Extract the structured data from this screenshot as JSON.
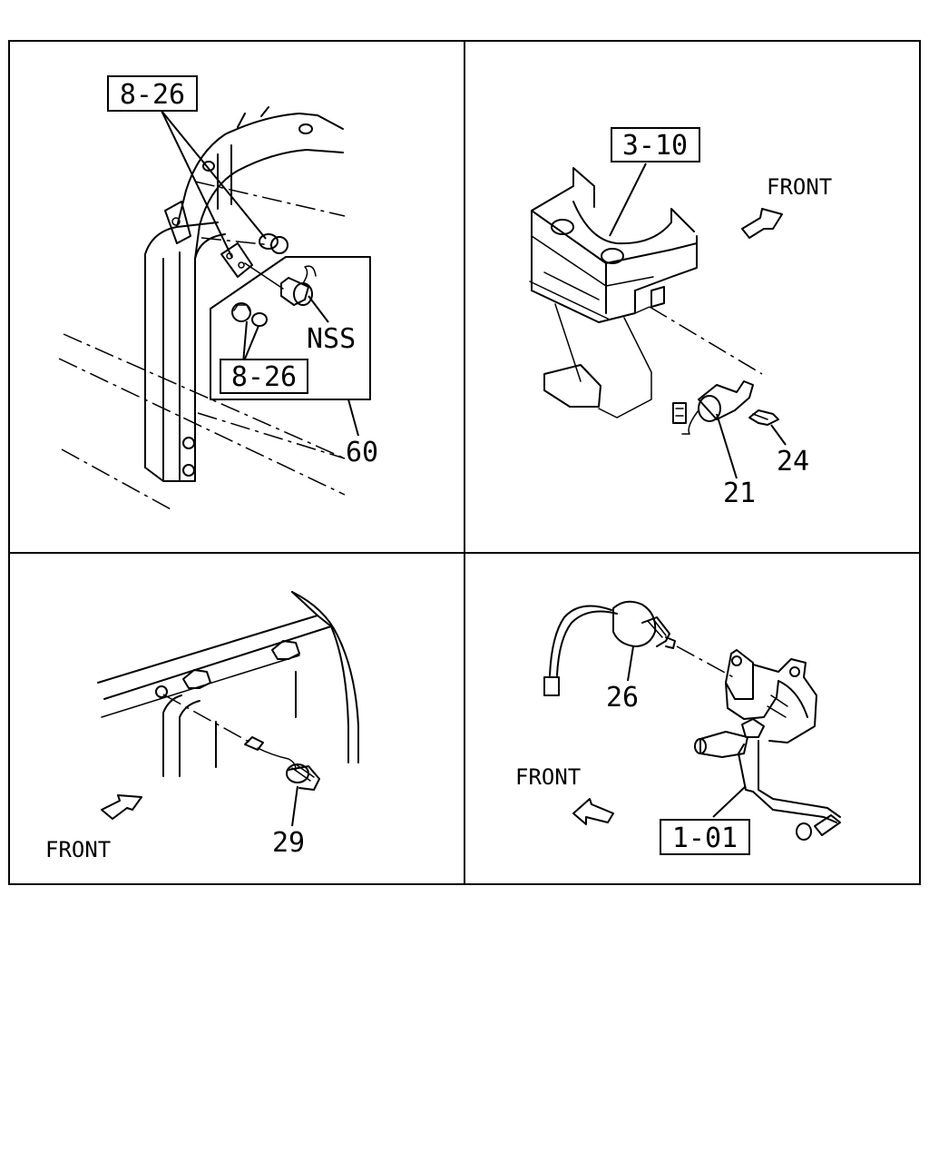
{
  "panels": {
    "top_left": {
      "ref_top": "8-26",
      "ref_bottom": "8-26",
      "label_nss": "NSS",
      "label_60": "60"
    },
    "top_right": {
      "ref": "3-10",
      "front": "FRONT",
      "label_21": "21",
      "label_24": "24"
    },
    "bottom_left": {
      "front": "FRONT",
      "label_29": "29"
    },
    "bottom_right": {
      "front": "FRONT",
      "label_26": "26",
      "ref": "1-01"
    }
  }
}
